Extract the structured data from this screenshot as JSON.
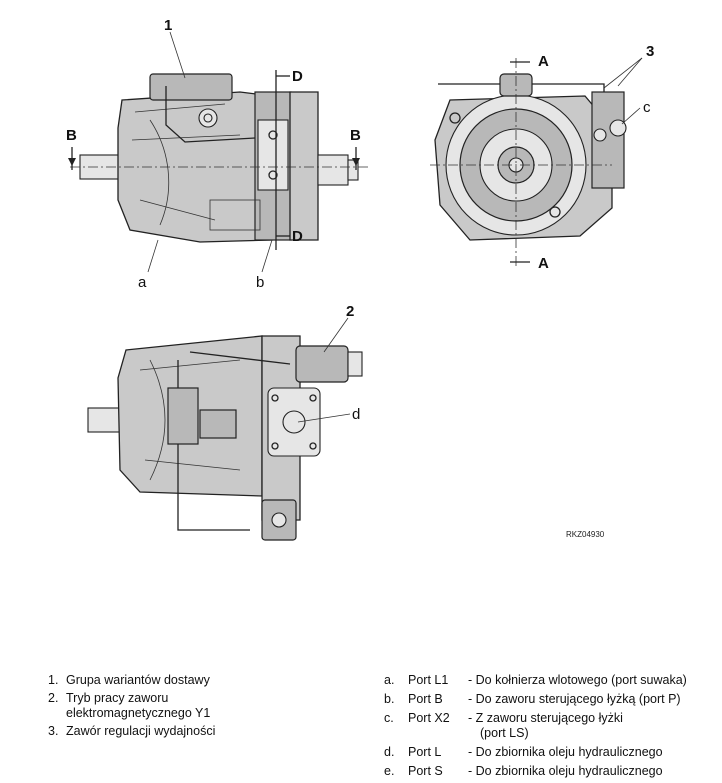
{
  "callouts": {
    "n1": "1",
    "n2": "2",
    "n3": "3",
    "a": "a",
    "b": "b",
    "c": "c",
    "d": "d",
    "section_A": "A",
    "section_B": "B",
    "section_D": "D"
  },
  "drawing_code": "RKZ04930",
  "legend_numbers": [
    {
      "num": "1.",
      "text": "Grupa wariantów dostawy"
    },
    {
      "num": "2.",
      "text": "Tryb pracy zaworu elektromagnetycznego Y1"
    },
    {
      "num": "3.",
      "text": "Zawór regulacji wydajności"
    }
  ],
  "legend_ports": [
    {
      "letter": "a.",
      "port": "Port L1",
      "desc": "- Do kołnierza wlotowego (port suwaka)",
      "desc2": ""
    },
    {
      "letter": "b.",
      "port": "Port B",
      "desc": "- Do zaworu sterującego łyżką (port P)",
      "desc2": ""
    },
    {
      "letter": "c.",
      "port": "Port X2",
      "desc": "- Z zaworu sterującego łyżki",
      "desc2": "(port LS)"
    },
    {
      "letter": "d.",
      "port": "Port L",
      "desc": "- Do zbiornika oleju hydraulicznego",
      "desc2": ""
    },
    {
      "letter": "e.",
      "port": "Port S",
      "desc": "- Do zbiornika oleju hydraulicznego",
      "desc2": ""
    }
  ]
}
